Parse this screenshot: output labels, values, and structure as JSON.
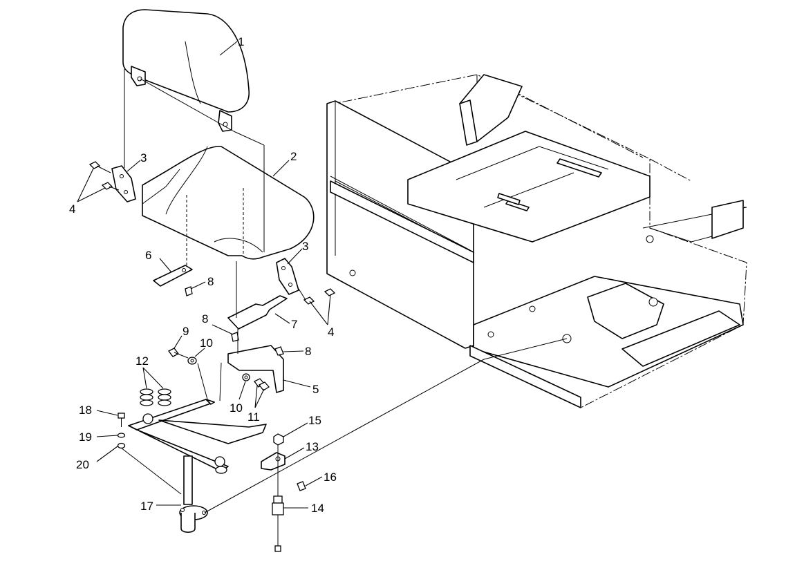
{
  "diagram": {
    "callouts": [
      {
        "id": "c1",
        "label": "1"
      },
      {
        "id": "c2",
        "label": "2"
      },
      {
        "id": "c3a",
        "label": "3"
      },
      {
        "id": "c3b",
        "label": "3"
      },
      {
        "id": "c4a",
        "label": "4"
      },
      {
        "id": "c4b",
        "label": "4"
      },
      {
        "id": "c5",
        "label": "5"
      },
      {
        "id": "c6",
        "label": "6"
      },
      {
        "id": "c7",
        "label": "7"
      },
      {
        "id": "c8a",
        "label": "8"
      },
      {
        "id": "c8b",
        "label": "8"
      },
      {
        "id": "c8c",
        "label": "8"
      },
      {
        "id": "c9",
        "label": "9"
      },
      {
        "id": "c10a",
        "label": "10"
      },
      {
        "id": "c10b",
        "label": "10"
      },
      {
        "id": "c11",
        "label": "11"
      },
      {
        "id": "c12",
        "label": "12"
      },
      {
        "id": "c13",
        "label": "13"
      },
      {
        "id": "c14",
        "label": "14"
      },
      {
        "id": "c15",
        "label": "15"
      },
      {
        "id": "c16",
        "label": "16"
      },
      {
        "id": "c17",
        "label": "17"
      },
      {
        "id": "c18",
        "label": "18"
      },
      {
        "id": "c19",
        "label": "19"
      },
      {
        "id": "c20",
        "label": "20"
      }
    ]
  }
}
